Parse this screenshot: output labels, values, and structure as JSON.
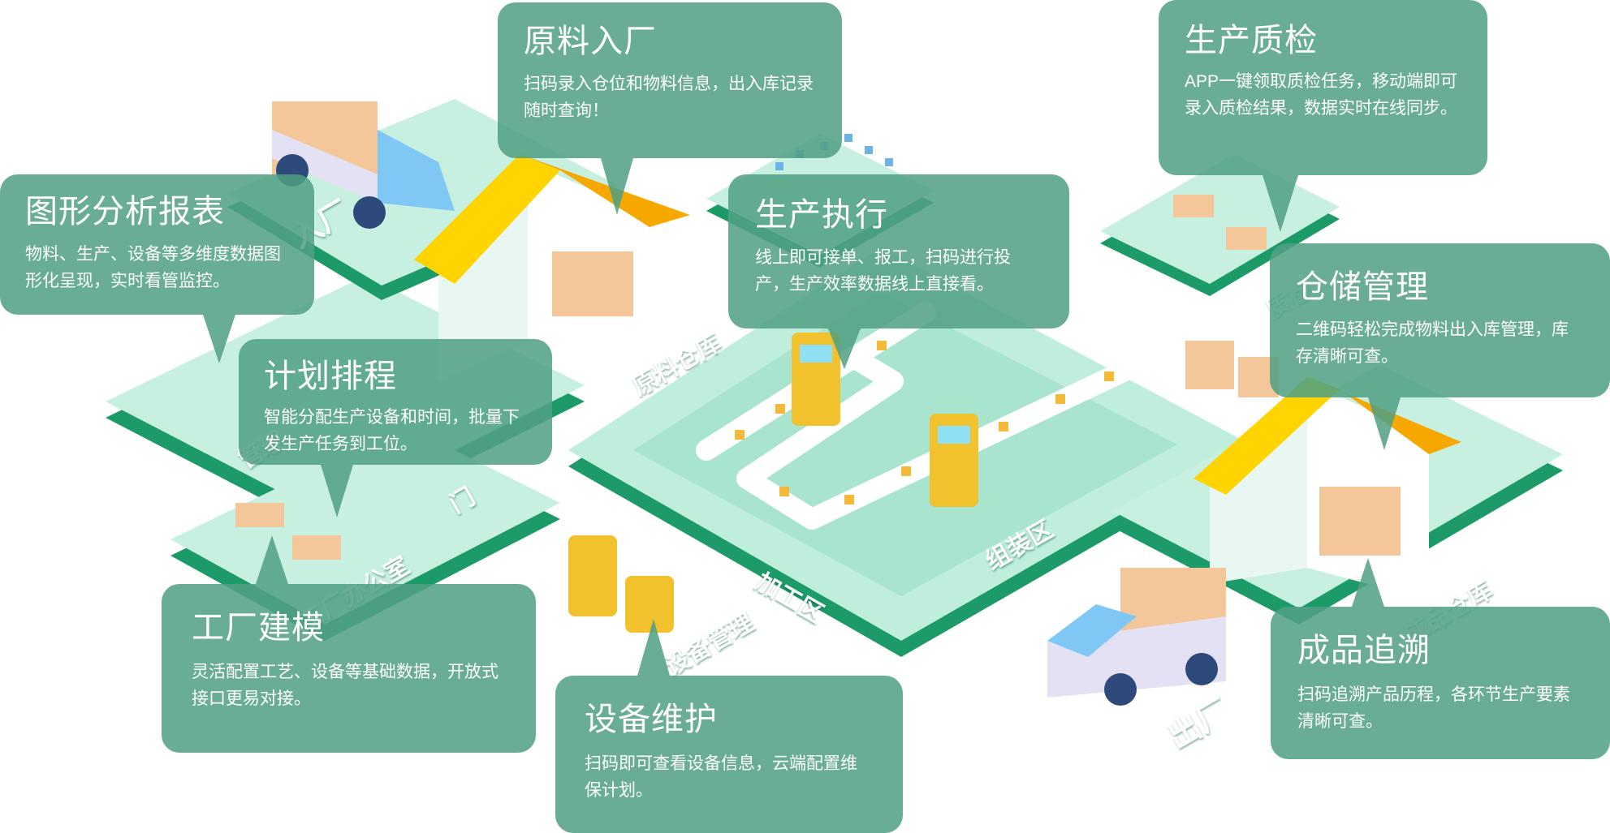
{
  "cards": {
    "raw_intake": {
      "title": "原料入厂",
      "desc": "扫码录入仓位和物料信息，出入库记录随时查询！"
    },
    "quality": {
      "title": "生产质检",
      "desc": "APP一键领取质检任务，移动端即可录入质检结果，数据实时在线同步。"
    },
    "reports": {
      "title": "图形分析报表",
      "desc": "物料、生产、设备等多维度数据图形化呈现，实时看管监控。"
    },
    "execution": {
      "title": "生产执行",
      "desc": "线上即可接单、报工，扫码进行投产，生产效率数据线上直接看。"
    },
    "warehouse": {
      "title": "仓储管理",
      "desc": "二维码轻松完成物料出入库管理，库存清晰可查。"
    },
    "planning": {
      "title": "计划排程",
      "desc": "智能分配生产设备和时间，批量下发生产任务到工位。"
    },
    "modeling": {
      "title": "工厂建模",
      "desc": "灵活配置工艺、设备等基础数据，开放式接口更易对接。"
    },
    "maintenance": {
      "title": "设备维护",
      "desc": "扫码即可查看设备信息，云端配置维保计划。"
    },
    "tracing": {
      "title": "成品追溯",
      "desc": "扫码追溯产品历程，各环节生产要素清晰可查。"
    }
  },
  "zones": {
    "enter": "入厂",
    "raw_warehouse": "原料仓库",
    "quality_zone": "质检",
    "management": "管理",
    "gate": "门",
    "office": "工厂办公室",
    "processing": "加工区",
    "assembly": "组装区",
    "equipment": "设备管理",
    "finished_warehouse": "成品仓库",
    "exit": "出厂"
  },
  "colors": {
    "card": "#4fa083",
    "platform_top": "#bfeedd",
    "platform_side": "#1fa06e",
    "roof": "#ffd400",
    "robot": "#f2c12e",
    "truck": "#7fc8f5"
  }
}
